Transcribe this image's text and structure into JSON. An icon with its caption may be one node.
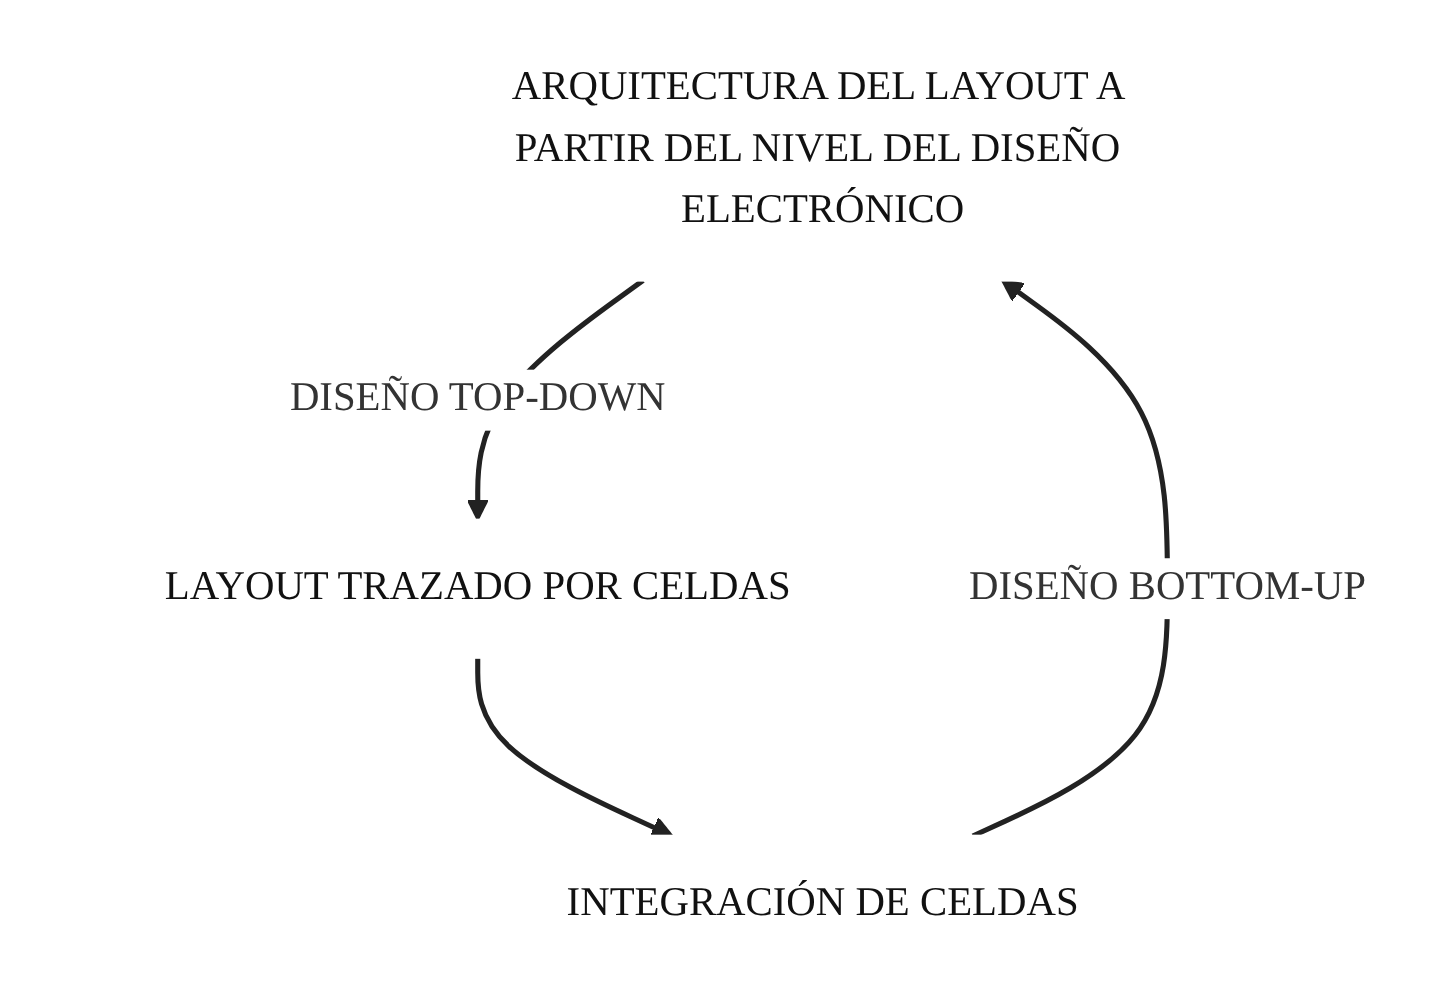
{
  "diagram": {
    "nodes": [
      {
        "text": [
          "ARQUITECTURA DEL LAYOUT A PARTIR DEL NIVEL DEL DISEÑO ELECTRÓNICO"
        ]
      },
      {
        "text": [
          "LAYOUT TRAZADO POR CELDAS"
        ]
      },
      {
        "text": [
          "INTEGRACIÓN DE CELDAS"
        ]
      }
    ],
    "edges": [
      {
        "from": 0,
        "to": 1,
        "arrow": "to",
        "label": "DISEÑO TOP-DOWN"
      },
      {
        "from": 1,
        "to": 2,
        "arrow": "to"
      },
      {
        "from": 2,
        "to": 0,
        "arrow": "to",
        "label": "DISEÑO BOTTOM-UP"
      }
    ]
  }
}
